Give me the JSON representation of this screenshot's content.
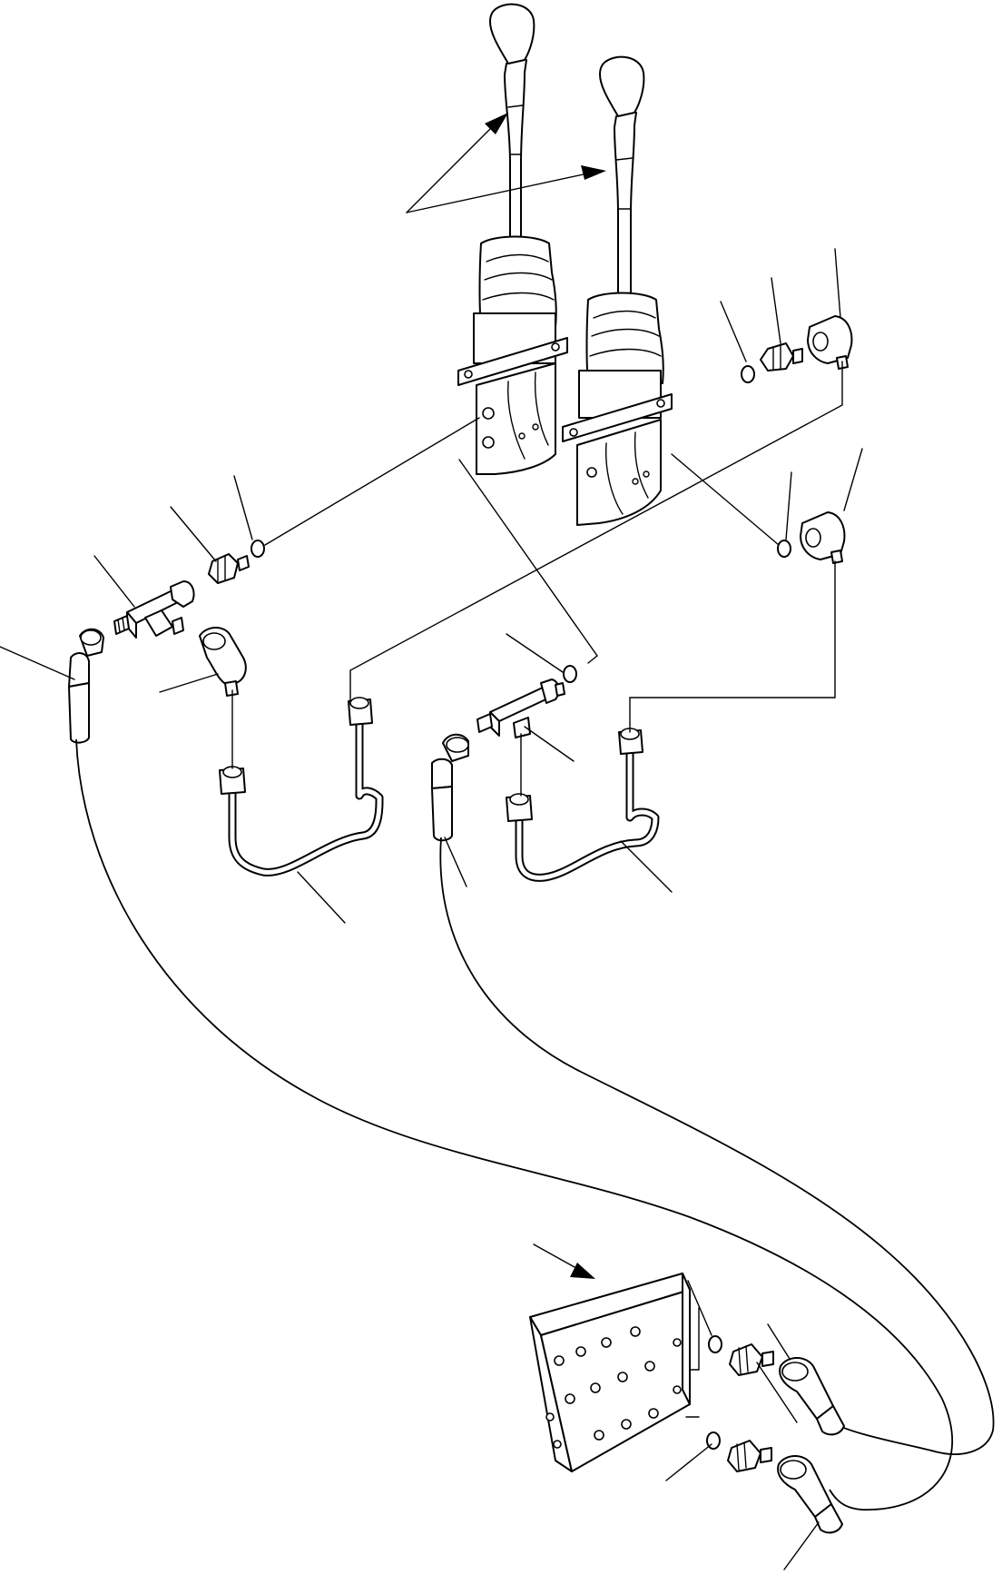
{
  "diagram": {
    "type": "exploded parts diagram",
    "colors": {
      "line": "#000000",
      "background": "#ffffff"
    },
    "parts": [
      "control-lever-left",
      "control-lever-right",
      "control-valve-left",
      "control-valve-right",
      "tee-fitting-left",
      "tee-fitting-center",
      "elbow-fitting",
      "adapter-fitting",
      "o-ring",
      "tube-assembly-left",
      "tube-assembly-right",
      "hose-left",
      "hose-right",
      "manifold-block"
    ]
  }
}
